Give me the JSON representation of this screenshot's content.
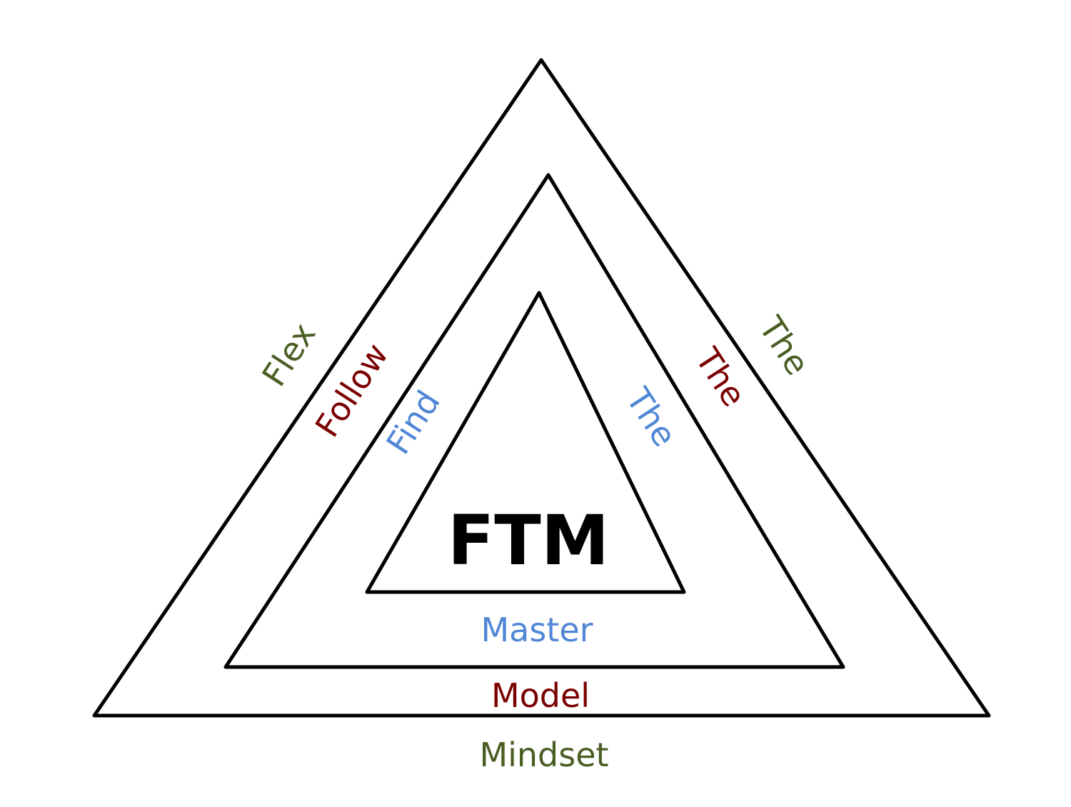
{
  "diagram": {
    "center_label": "FTM",
    "colors": {
      "outer": "#4a5e23",
      "middle": "#7b0000",
      "inner": "#4f86d6",
      "center": "#000000",
      "lines": "#000000"
    },
    "outer": {
      "left": "Flex",
      "right": "The",
      "bottom": "Mindset"
    },
    "middle": {
      "left": "Follow",
      "right": "The",
      "bottom": "Model"
    },
    "inner": {
      "left": "Find",
      "right": "The",
      "bottom": "Master"
    }
  }
}
